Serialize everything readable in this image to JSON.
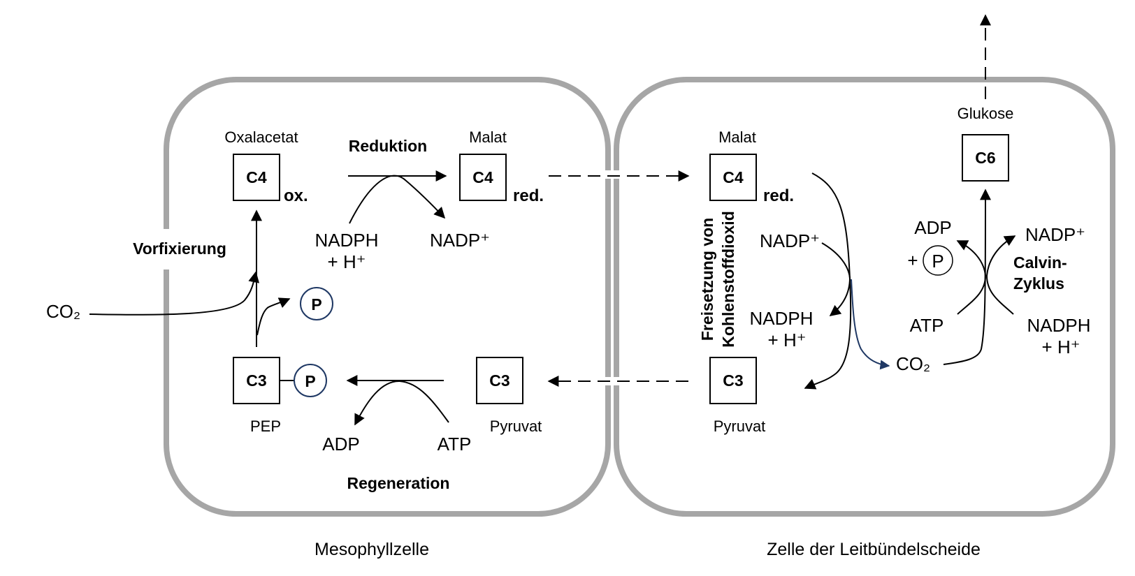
{
  "title": "C4-Photosynthese: Mesophyllzelle und Zelle der Leitbündelscheide",
  "cells": {
    "mesophyll": "Mesophyllzelle",
    "bundle_sheath": "Zelle der Leitbündelscheide"
  },
  "mesophyll": {
    "oxalacetat": {
      "name": "Oxalacetat",
      "box": "C4",
      "state": "ox."
    },
    "malat": {
      "name": "Malat",
      "box": "C4",
      "state": "red."
    },
    "pep": {
      "name": "PEP",
      "box": "C3",
      "phosphate": "P"
    },
    "pyruvat": {
      "name": "Pyruvat",
      "box": "C3"
    },
    "reduktion": {
      "label": "Reduktion",
      "input_line1": "NADPH",
      "input_line2": "+ H⁺",
      "output": "NADP⁺"
    },
    "vorfixierung": {
      "label": "Vorfixierung",
      "co2": "CO₂",
      "released_phosphate": "P"
    },
    "regeneration": {
      "label": "Regeneration",
      "input": "ATP",
      "output": "ADP"
    }
  },
  "bundle_sheath": {
    "malat": {
      "name": "Malat",
      "box": "C4",
      "state": "red."
    },
    "pyruvat": {
      "name": "Pyruvat",
      "box": "C3"
    },
    "glukose": {
      "name": "Glukose",
      "box": "C6"
    },
    "freisetzung": {
      "label_line1": "Freisetzung von",
      "label_line2": "Kohlenstoffdioxid",
      "input": "NADP⁺",
      "output_line1": "NADPH",
      "output_line2": "+ H⁺",
      "co2": "CO₂"
    },
    "calvin": {
      "label_line1": "Calvin-",
      "label_line2": "Zyklus",
      "atp": "ATP",
      "adp": "ADP",
      "plus": "+",
      "phosphate": "P",
      "nadph_line1": "NADPH",
      "nadph_line2": "+ H⁺",
      "nadp": "NADP⁺"
    }
  },
  "colors": {
    "membrane": "#a6a6a6",
    "co2_arrow": "#1f3864",
    "phosphate_circle": "#1f3864"
  }
}
